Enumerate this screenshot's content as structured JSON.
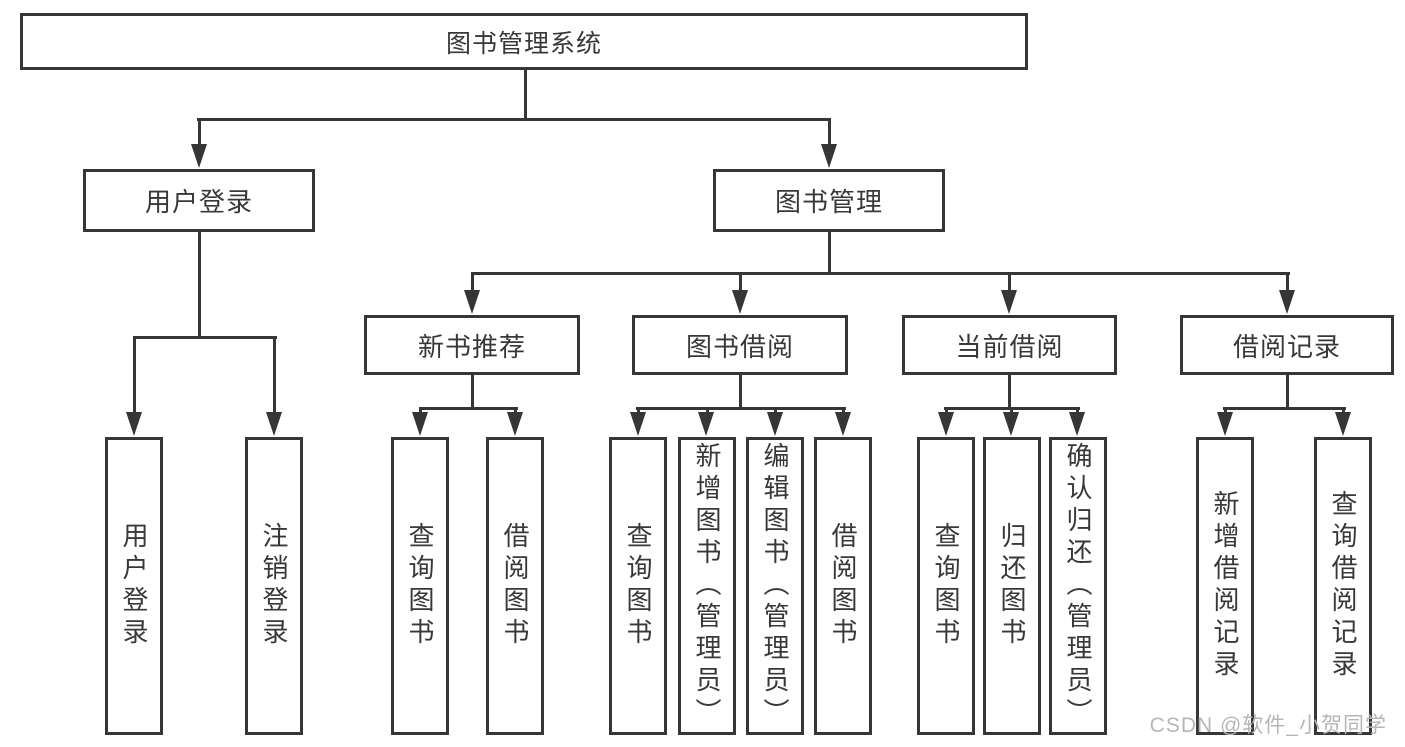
{
  "colors": {
    "line": "#363636",
    "box_border": "#363636",
    "text": "#383838",
    "background": "#ffffff",
    "watermark": "#b6b6b6"
  },
  "tree": {
    "root": {
      "label": "图书管理系统"
    },
    "user": {
      "label": "用户登录",
      "children": [
        {
          "label": "用户登录"
        },
        {
          "label": "注销登录"
        }
      ]
    },
    "books": {
      "label": "图书管理",
      "groups": [
        {
          "label": "新书推荐",
          "children": [
            {
              "label": "查询图书"
            },
            {
              "label": "借阅图书"
            }
          ]
        },
        {
          "label": "图书借阅",
          "children": [
            {
              "label": "查询图书"
            },
            {
              "label": "新增图书（管理员）"
            },
            {
              "label": "编辑图书（管理员）"
            },
            {
              "label": "借阅图书"
            }
          ]
        },
        {
          "label": "当前借阅",
          "children": [
            {
              "label": "查询图书"
            },
            {
              "label": "归还图书"
            },
            {
              "label": "确认归还（管理员）"
            }
          ]
        },
        {
          "label": "借阅记录",
          "children": [
            {
              "label": "新增借阅记录"
            },
            {
              "label": "查询借阅记录"
            }
          ]
        }
      ]
    }
  },
  "watermark": {
    "text": "CSDN @软件_小贺同学"
  }
}
